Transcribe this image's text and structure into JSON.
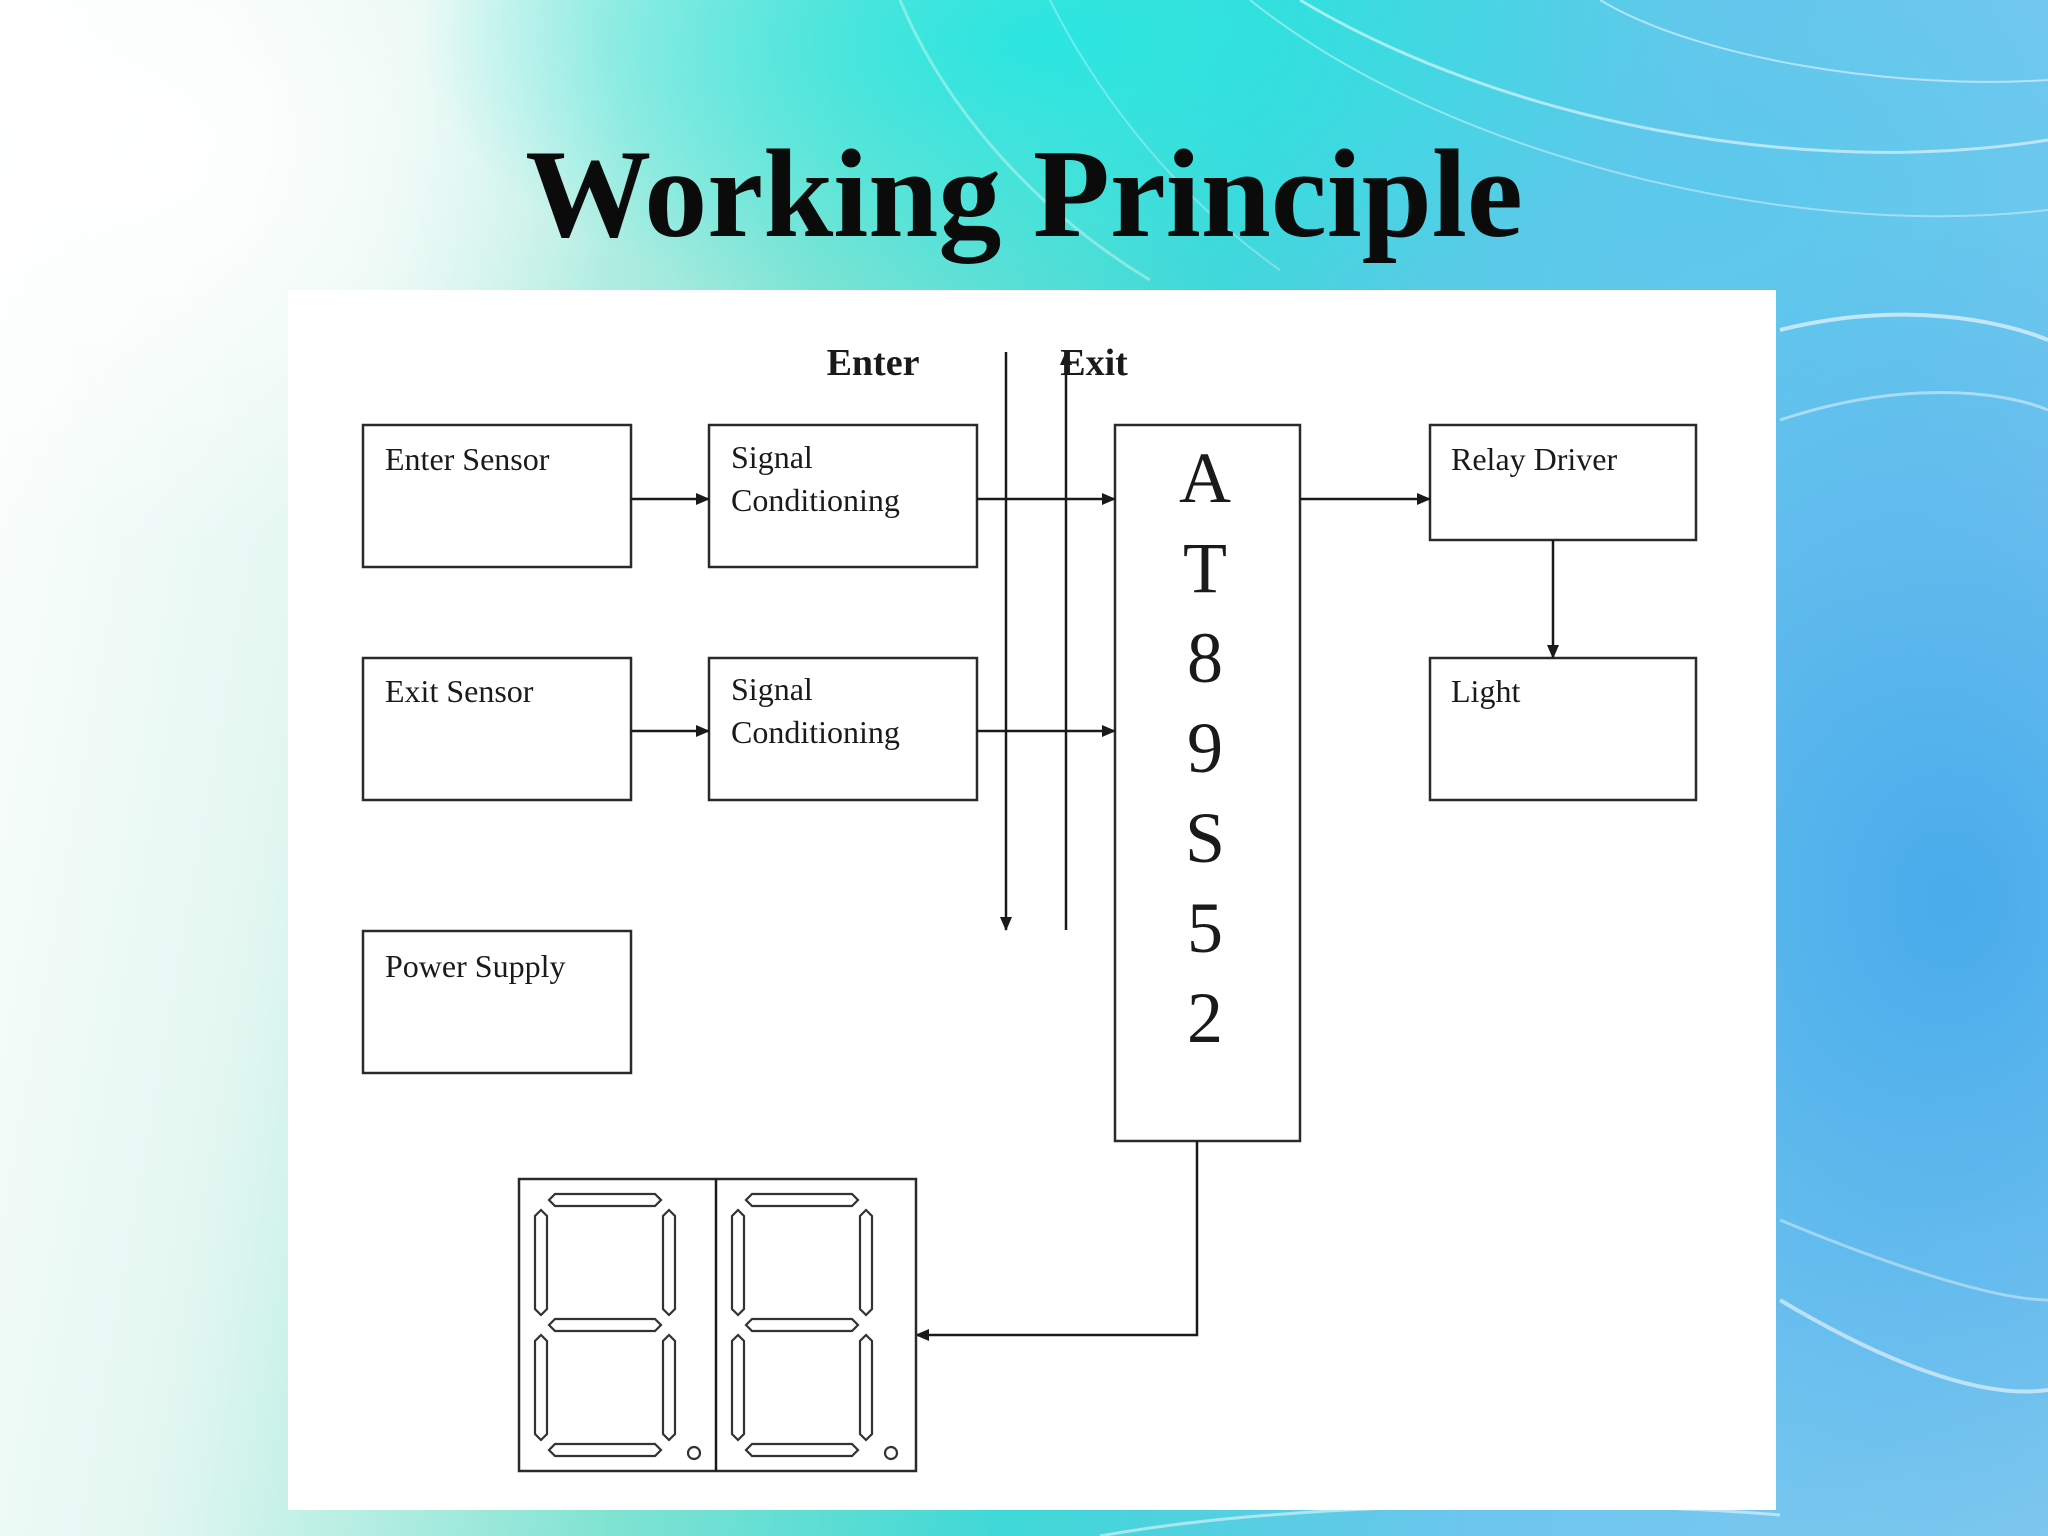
{
  "slide": {
    "title": "Working Principle"
  },
  "diagram": {
    "flow_labels": {
      "enter": "Enter",
      "exit": "Exit"
    },
    "blocks": {
      "enter_sensor": "Enter Sensor",
      "signal_conditioning_1": [
        "Signal",
        "Conditioning"
      ],
      "exit_sensor": "Exit Sensor",
      "signal_conditioning_2": [
        "Signal",
        "Conditioning"
      ],
      "power_supply": "Power Supply",
      "relay_driver": "Relay Driver",
      "light": "Light",
      "microcontroller": [
        "A",
        "T",
        "8",
        "9",
        "S",
        "5",
        "2"
      ]
    },
    "display": {
      "digits": 2,
      "type": "seven-segment"
    }
  }
}
